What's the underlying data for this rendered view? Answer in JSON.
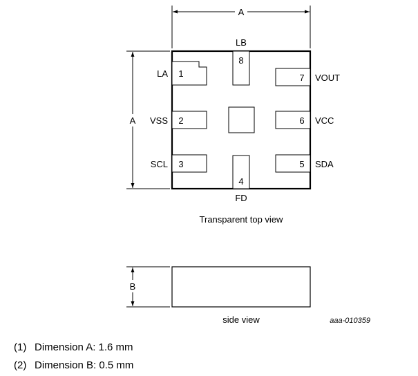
{
  "dimensions": {
    "a_label": "A",
    "b_label": "B"
  },
  "top_view": {
    "caption": "Transparent top view",
    "pins": [
      {
        "number": "1",
        "name": "LA"
      },
      {
        "number": "2",
        "name": "VSS"
      },
      {
        "number": "3",
        "name": "SCL"
      },
      {
        "number": "4",
        "name": "FD"
      },
      {
        "number": "5",
        "name": "SDA"
      },
      {
        "number": "6",
        "name": "VCC"
      },
      {
        "number": "7",
        "name": "VOUT"
      },
      {
        "number": "8",
        "name": "LB"
      }
    ]
  },
  "side_view": {
    "caption": "side view"
  },
  "figure_id": "aaa-010359",
  "notes": [
    {
      "num": "(1)",
      "text": "Dimension A: 1.6 mm"
    },
    {
      "num": "(2)",
      "text": "Dimension B: 0.5 mm"
    }
  ]
}
